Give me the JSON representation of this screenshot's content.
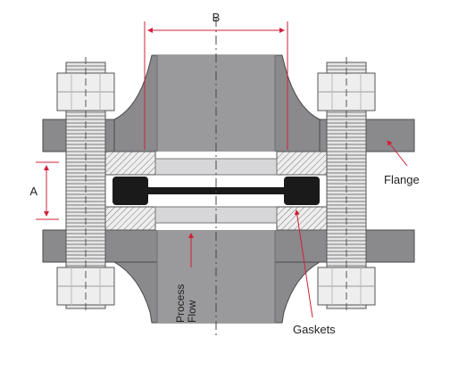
{
  "labels": {
    "dimension_b": "B",
    "dimension_a": "A",
    "flange": "Flange",
    "process_flow_line1": "Process",
    "process_flow_line2": "Flow",
    "gaskets": "Gaskets"
  },
  "colors": {
    "flange_fill": "#8a8a8c",
    "flange_dark": "#6f6f71",
    "flange_outline": "#4a4a4c",
    "bolt_fill": "#e8e8e8",
    "bolt_stroke": "#555555",
    "gasket_dark": "#1a1a1a",
    "spacer_fill": "#d7d7d9",
    "annotation_red": "#d0203a"
  }
}
